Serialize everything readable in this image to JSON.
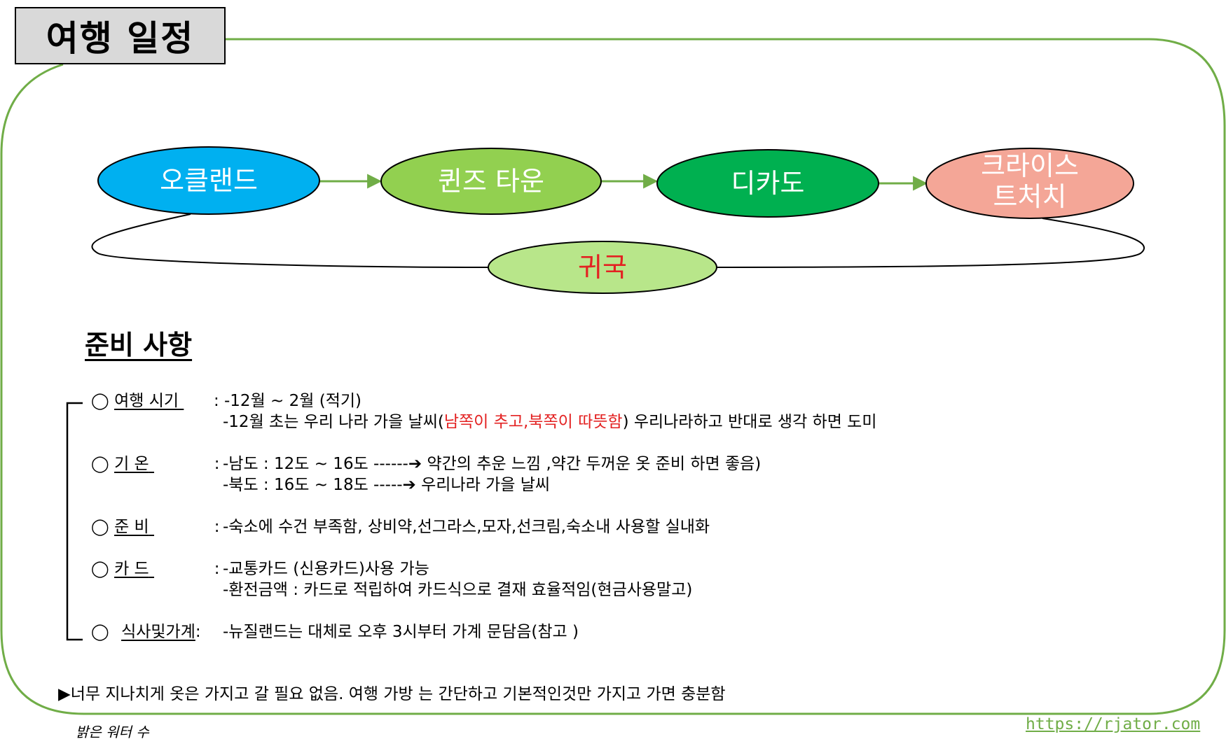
{
  "title": "여행 일정",
  "flow": {
    "nodes": [
      {
        "id": "auckland",
        "lines": [
          "오클랜드"
        ],
        "fill": "#00b0f0",
        "text_color": "#ffffff"
      },
      {
        "id": "queenstown",
        "lines": [
          "퀸즈 타운"
        ],
        "fill": "#92d050",
        "text_color": "#ffffff"
      },
      {
        "id": "tekapo",
        "lines": [
          "디카도"
        ],
        "fill": "#00b050",
        "text_color": "#ffffff"
      },
      {
        "id": "christchurch",
        "lines": [
          "크라이스",
          "트처치"
        ],
        "fill": "#f4a697",
        "text_color": "#ffffff"
      },
      {
        "id": "return",
        "lines": [
          "귀국"
        ],
        "fill": "#b8e68a",
        "text_color": "#e32222"
      }
    ],
    "line_color": "#70ad47"
  },
  "prep": {
    "title": "준비 사항",
    "bullet": "◯",
    "items": [
      {
        "label": "여행 시기",
        "colon": ":",
        "lines": [
          {
            "parts": [
              {
                "text": "-12월 ~ 2월 (적기)"
              }
            ]
          },
          {
            "parts": [
              {
                "text": "-12월 초는 우리 나라 가을 날씨("
              },
              {
                "text": "남쪽이 추고,북쪽이 따뜻함",
                "red": true
              },
              {
                "text": ") 우리나라하고 반대로 생각 하면 도미"
              }
            ]
          }
        ]
      },
      {
        "label": "기 온",
        "colon": ":",
        "lines": [
          {
            "parts": [
              {
                "text": "-남도 : 12도 ~ 16도 ------➔ 약간의 추운 느낌 ,약간 두꺼운 옷 준비 하면 좋음)"
              }
            ]
          },
          {
            "parts": [
              {
                "text": "-북도 : 16도 ~ 18도 -----➔ 우리나라 가을 날씨"
              }
            ]
          }
        ]
      },
      {
        "label": "준 비",
        "colon": ":",
        "lines": [
          {
            "parts": [
              {
                "text": "-숙소에 수건 부족함, 상비약,선그라스,모자,선크림,숙소내 사용할 실내화"
              }
            ]
          }
        ]
      },
      {
        "label": "카 드",
        "colon": ":",
        "lines": [
          {
            "parts": [
              {
                "text": "-교통카드 (신용카드)사용 가능"
              }
            ]
          },
          {
            "parts": [
              {
                "text": "-환전금액 : 카드로  적립하여 카드식으로 결재  효율적임(현금사용말고)"
              }
            ]
          }
        ]
      },
      {
        "label": "식사및가계",
        "colon": ":",
        "lines": [
          {
            "parts": [
              {
                "text": "-뉴질랜드는 대체로 오후 3시부터 가계 문담음(참고 )"
              }
            ]
          }
        ]
      }
    ]
  },
  "note": "▶너무 지나치게 옷은 가지고 갈 필요 없음. 여행 가방 는 간단하고 기본적인것만 가지고 가면 충분함",
  "signature": "밝은 워터 수",
  "url": "https://rjator.com",
  "colors": {
    "frame": "#70ad47",
    "title_bg": "#d9d9d9",
    "highlight": "#e32222"
  }
}
